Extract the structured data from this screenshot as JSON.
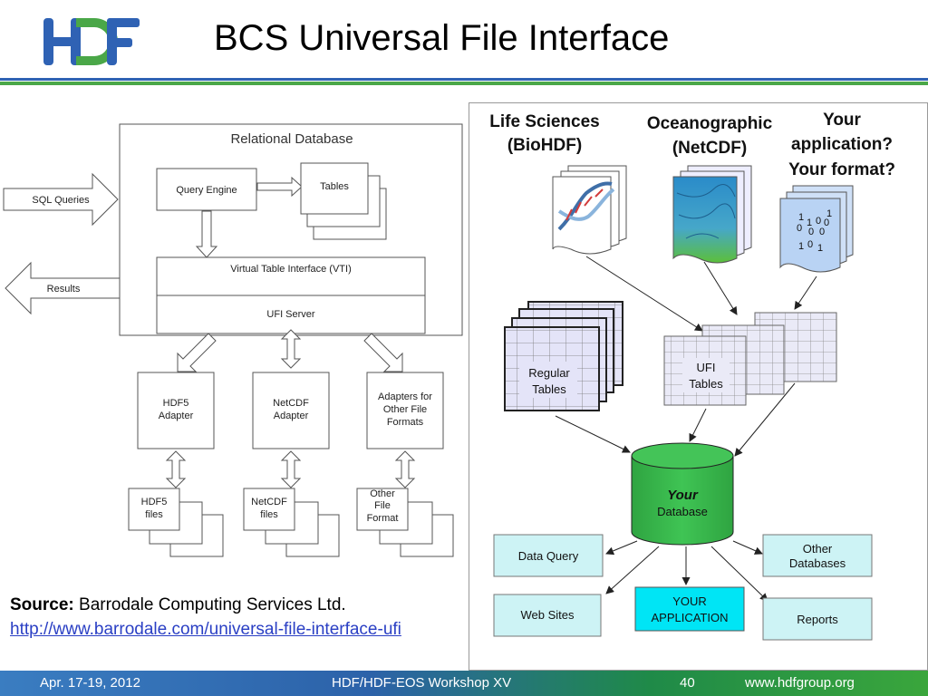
{
  "slide": {
    "logo_text": "HDF",
    "title": "BCS Universal File Interface",
    "source_label": "Source:",
    "source_text": "Barrodale Computing Services Ltd.",
    "source_url": "http://www.barrodale.com/universal-file-interface-ufi"
  },
  "left_diagram": {
    "relational_database": "Relational Database",
    "sql_queries": "SQL Queries",
    "results": "Results",
    "query_engine": "Query Engine",
    "tables": "Tables",
    "vti": "Virtual Table Interface (VTI)",
    "ufi_server": "UFI Server",
    "hdf5_adapter": [
      "HDF5",
      "Adapter"
    ],
    "netcdf_adapter": [
      "NetCDF",
      "Adapter"
    ],
    "other_adapter": [
      "Adapters for",
      "Other File",
      "Formats"
    ],
    "hdf5_files": [
      "HDF5",
      "files"
    ],
    "netcdf_files": [
      "NetCDF",
      "files"
    ],
    "other_files": [
      "Other",
      "File",
      "Format"
    ]
  },
  "right_diagram": {
    "life_sciences": [
      "Life Sciences",
      "(BioHDF)"
    ],
    "oceanographic": [
      "Oceanographic",
      "(NetCDF)"
    ],
    "your_app": [
      "Your",
      "application?",
      "Your format?"
    ],
    "binary_digits": [
      "1",
      "0",
      "1",
      "0",
      "1",
      "0",
      "0",
      "0",
      "1",
      "0",
      "1"
    ],
    "regular_tables": [
      "Regular",
      "Tables"
    ],
    "ufi_tables": [
      "UFI",
      "Tables"
    ],
    "your_database": [
      "Your",
      "Database"
    ],
    "data_query": "Data Query",
    "other_databases": [
      "Other",
      "Databases"
    ],
    "web_sites": "Web Sites",
    "your_application": [
      "YOUR",
      "APPLICATION"
    ],
    "reports": "Reports"
  },
  "footer": {
    "date": "Apr. 17-19, 2012",
    "workshop": "HDF/HDF-EOS Workshop XV",
    "page": "40",
    "website": "www.hdfgroup.org"
  },
  "colors": {
    "logo_blue": "#2f62b4",
    "logo_green": "#4aa748",
    "link": "#2a3fc4",
    "db_green": "#3db84a",
    "cyan_box": "#cdf3f5",
    "your_app_box": "#00e5f5",
    "table_lavender": "#e4e4f8"
  }
}
